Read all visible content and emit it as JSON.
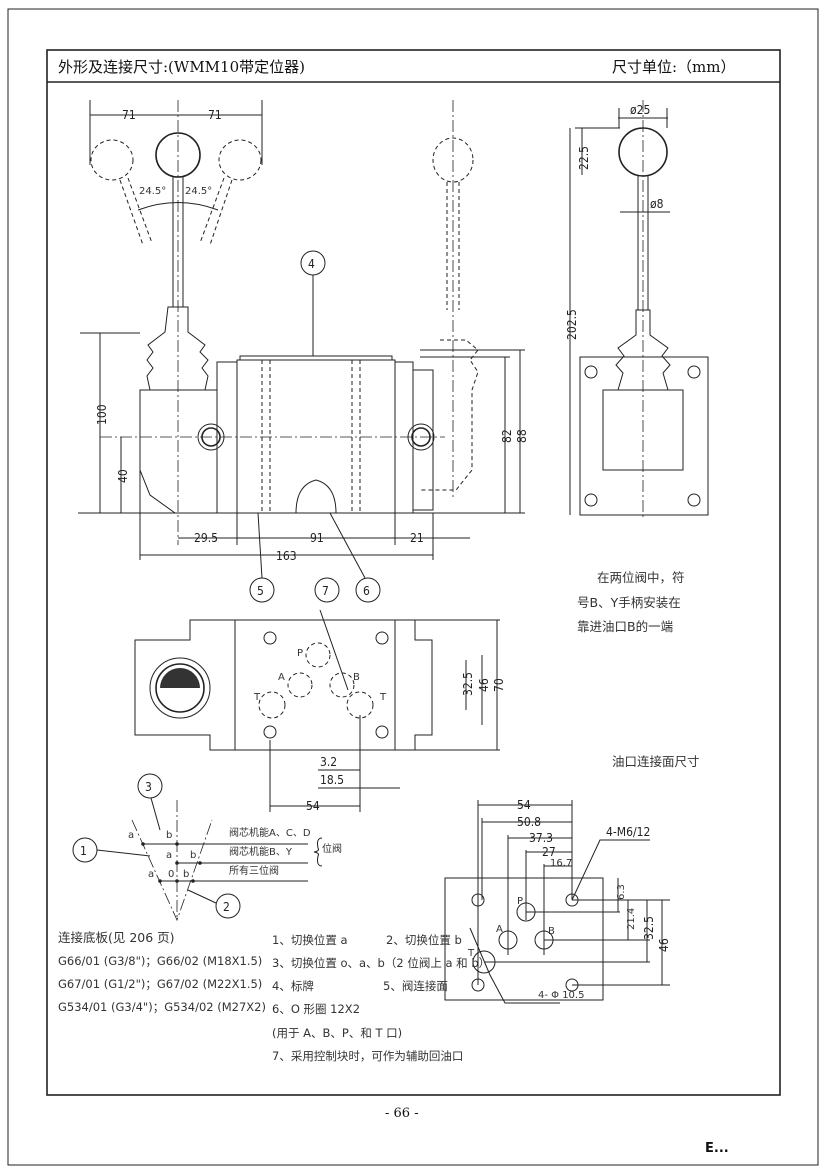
{
  "header": {
    "title": "外形及连接尺寸:(WMM10带定位器)",
    "unit": "尺寸单位:（mm）"
  },
  "front_view": {
    "dims": {
      "left_swing": "71",
      "right_swing": "71",
      "angle_left": "24.5°",
      "angle_right": "24.5°",
      "height_100": "100",
      "height_40": "40",
      "offset_29_5": "29.5",
      "width_91": "91",
      "width_21": "21",
      "width_163": "163",
      "height_82": "82",
      "height_88": "88"
    },
    "callouts": [
      "4",
      "5",
      "7",
      "6"
    ]
  },
  "side_view": {
    "dims": {
      "knob_dia": "ø25",
      "knob_h": "22.5",
      "stem_dia": "ø8",
      "total_h": "202.5"
    }
  },
  "top_view": {
    "dims": {
      "d32_5": "32.5",
      "d46": "46",
      "d70": "70",
      "d3_2": "3.2",
      "d18_5": "18.5",
      "d54": "54"
    },
    "ports": {
      "p": "P",
      "a": "A",
      "b": "B",
      "t_left": "T",
      "t_right": "T"
    }
  },
  "side_note": [
    "在两位阀中，符",
    "号B、Y手柄安装在",
    "靠进油口B的一端"
  ],
  "interface_title": "油口连接面尺寸",
  "interface": {
    "dims": {
      "d54": "54",
      "d50_8": "50.8",
      "d37_3": "37.3",
      "d27": "27",
      "d16_7": "16.7",
      "d6_3": "6.3",
      "d21_4": "21.4",
      "d32_5": "32.5",
      "d46": "46"
    },
    "thread": "4-M6/12",
    "holes": "4- Φ 10.5",
    "ports": {
      "p": "P",
      "a": "A",
      "b": "B",
      "t": "T"
    }
  },
  "position_diagram": {
    "callouts": [
      "3",
      "1",
      "2"
    ],
    "rows": [
      {
        "left": "a",
        "right": "b",
        "label": "阀芯机能A、C、D"
      },
      {
        "left": "a",
        "right": "b",
        "label": "阀芯机能B、Y"
      },
      {
        "left": "a",
        "mid": "0",
        "right": "b",
        "label": "所有三位阀"
      }
    ],
    "brace_label": "位阀"
  },
  "subplates": {
    "title": "连接底板(见 206 页)",
    "items": [
      "G66/01 (G3/8\")；G66/02 (M18X1.5)",
      "G67/01 (G1/2\")；G67/02 (M22X1.5)",
      "G534/01 (G3/4\")；G534/02 (M27X2)"
    ]
  },
  "legend": {
    "l1": "1、切换位置 a",
    "l2": "2、切换位置 b",
    "l3": "3、切换位置 o、a、b（2 位阀上 a 和 b）",
    "l4": "4、标牌",
    "l5": "5、阀连接面",
    "l6": "6、O 形圈 12X2",
    "l6b": "(用于 A、B、P、和 T 口)",
    "l7": "7、采用控制块时，可作为辅助回油口"
  },
  "page_number": "- 66 -",
  "footer_mark": "E..."
}
